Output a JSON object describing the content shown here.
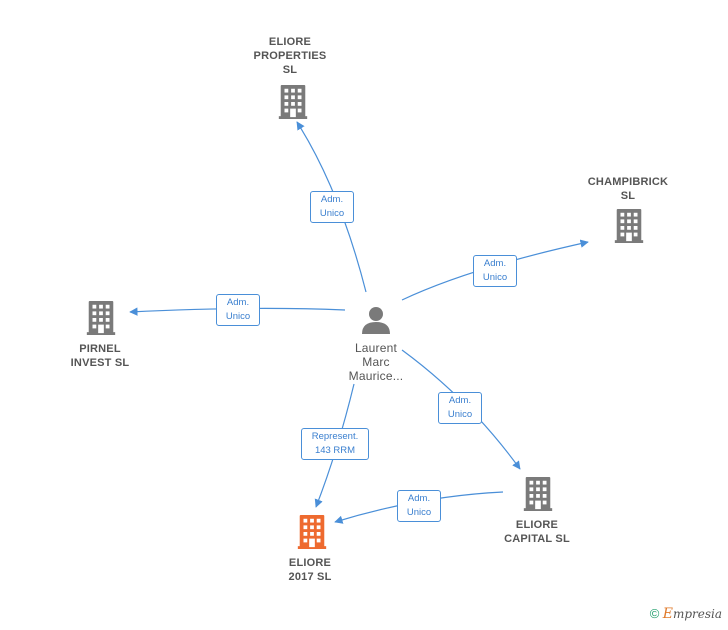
{
  "colors": {
    "edge": "#4a8fd8",
    "company": "#7a7a7a",
    "highlight": "#ee6a2f",
    "person": "#7a7a7a"
  },
  "person": {
    "lines": [
      "Laurent",
      "Marc",
      "Maurice..."
    ],
    "icon": "person-icon"
  },
  "companies": {
    "eliore_properties": {
      "lines": [
        "ELIORE",
        "PROPERTIES",
        "SL"
      ],
      "icon": "building-icon"
    },
    "champibrick": {
      "lines": [
        "CHAMPIBRICK",
        "SL"
      ],
      "icon": "building-icon"
    },
    "pirnel_invest": {
      "lines": [
        "PIRNEL",
        "INVEST  SL"
      ],
      "icon": "building-icon"
    },
    "eliore_capital": {
      "lines": [
        "ELIORE",
        "CAPITAL  SL"
      ],
      "icon": "building-icon"
    },
    "eliore_2017": {
      "lines": [
        "ELIORE",
        "2017  SL"
      ],
      "icon": "building-icon",
      "highlighted": true
    }
  },
  "edges": {
    "to_properties": [
      "Adm.",
      "Unico"
    ],
    "to_champibrick": [
      "Adm.",
      "Unico"
    ],
    "to_pirnel": [
      "Adm.",
      "Unico"
    ],
    "to_capital": [
      "Adm.",
      "Unico"
    ],
    "to_2017": [
      "Represent.",
      "143 RRM"
    ],
    "capital_to_2017": [
      "Adm.",
      "Unico"
    ]
  },
  "footer": {
    "copyright": "©",
    "brand_initial": "E",
    "brand_rest": "mpresia"
  }
}
